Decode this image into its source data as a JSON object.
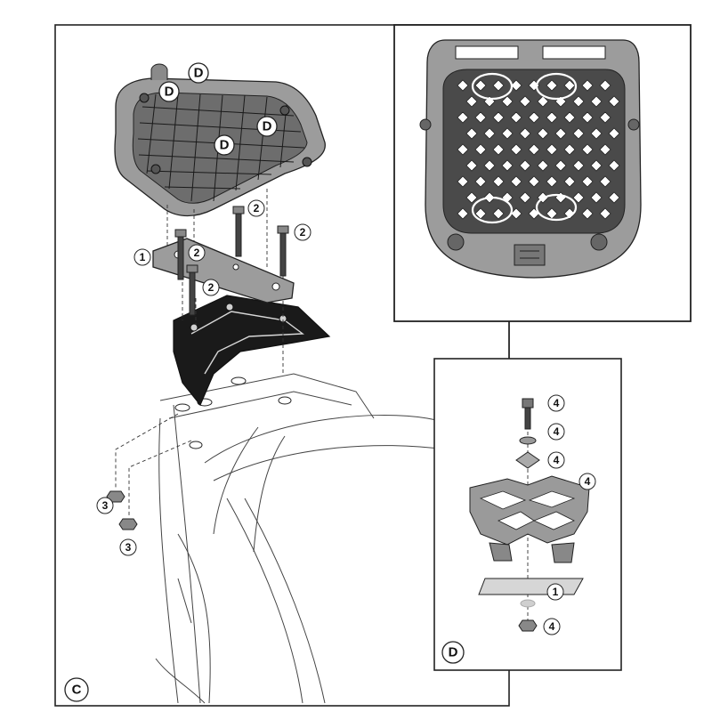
{
  "panels": {
    "main": {
      "letter": "C"
    },
    "detail": {
      "letter": "D"
    }
  },
  "main_labels": {
    "plate_d": [
      "D",
      "D",
      "D",
      "D"
    ],
    "bracket": "1",
    "screws": [
      "2",
      "2",
      "2",
      "2"
    ],
    "nuts": [
      "3",
      "3"
    ]
  },
  "detail_labels": {
    "hardware": [
      "4",
      "4",
      "4",
      "4",
      "4"
    ],
    "plate": "1"
  },
  "colors": {
    "part_gray": "#9c9c9c",
    "dark_part": "#1a1a1a",
    "highlight_ellipse": "#ffffff",
    "line": "#222222"
  }
}
